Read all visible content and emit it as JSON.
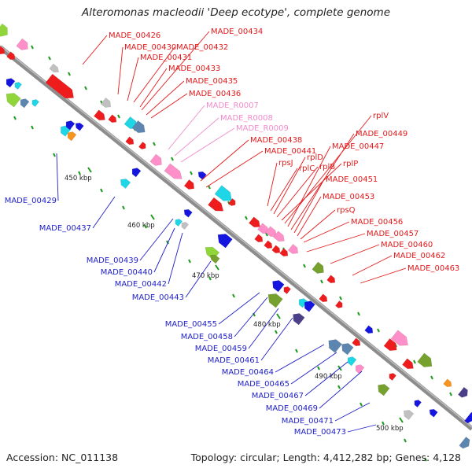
{
  "title": "Alteromonas macleodii 'Deep ecotype', complete genome",
  "accession_text": "Accession: NC_011138",
  "summary_text": "Topology: circular; Length: 4,412,282 bp; Genes: 4,128",
  "colors": {
    "forward_label": "#e41a1c",
    "rna_label": "#f08ccc",
    "reverse_label": "#1f1fc8",
    "backbone": "#8c8c8c",
    "tick": "#1f9b1f"
  },
  "ticks": [
    {
      "label": "450 kbp"
    },
    {
      "label": "460 kbp"
    },
    {
      "label": "470 kbp"
    },
    {
      "label": "480 kbp"
    },
    {
      "label": "490 kbp"
    },
    {
      "label": "500 kbp"
    }
  ],
  "labels_forward": [
    "MADE_00426",
    "MADE_00430",
    "MADE_00431",
    "MADE_00432",
    "MADE_00433",
    "MADE_00434",
    "MADE_00435",
    "MADE_00436",
    "MADE_00438",
    "MADE_00441",
    "rpsJ",
    "rplC",
    "rplD",
    "rplB",
    "rplP",
    "rplV",
    "MADE_00447",
    "MADE_00449",
    "MADE_00451",
    "MADE_00453",
    "rpsQ",
    "MADE_00456",
    "MADE_00457",
    "MADE_00460",
    "MADE_00462",
    "MADE_00463"
  ],
  "labels_rna": [
    "MADE_R0007",
    "MADE_R0008",
    "MADE_R0009"
  ],
  "labels_reverse": [
    "MADE_00429",
    "MADE_00437",
    "MADE_00439",
    "MADE_00440",
    "MADE_00442",
    "MADE_00443",
    "MADE_00455",
    "MADE_00458",
    "MADE_00459",
    "MADE_00461",
    "MADE_00464",
    "MADE_00465",
    "MADE_00467",
    "MADE_00469",
    "MADE_00471",
    "MADE_00473"
  ]
}
